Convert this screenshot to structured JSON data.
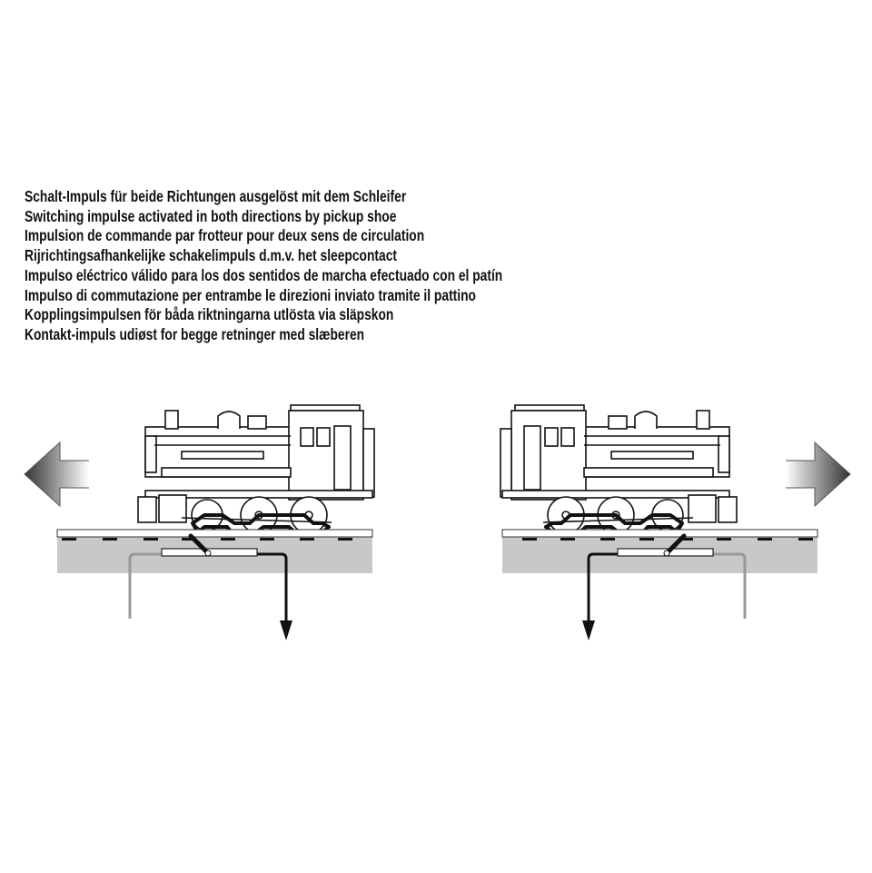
{
  "caption": {
    "lines": [
      "Schalt-Impuls für beide Richtungen ausgelöst mit dem Schleifer",
      "Switching impulse activated in both directions by pickup shoe",
      "Impulsion de commande par frotteur pour deux sens de circulation",
      "Rijrichtingsafhankelijke schakelimpuls d.m.v. het sleepcontact",
      "Impulso eléctrico válido para los dos sentidos de marcha efectuado con el patín",
      "Impulso di commutazione per entrambe le direzioni inviato tramite il pattino",
      "Kopplingsimpulsen för båda riktningarna utlösta via släpskon",
      "Kontakt-impuls udiøst for begge retninger med slæberen"
    ]
  },
  "diagrams": [
    {
      "direction": "left"
    },
    {
      "direction": "right"
    }
  ],
  "colors": {
    "bed": "#c8c8c8",
    "wire_gray": "#999999",
    "wire_black": "#111111"
  }
}
